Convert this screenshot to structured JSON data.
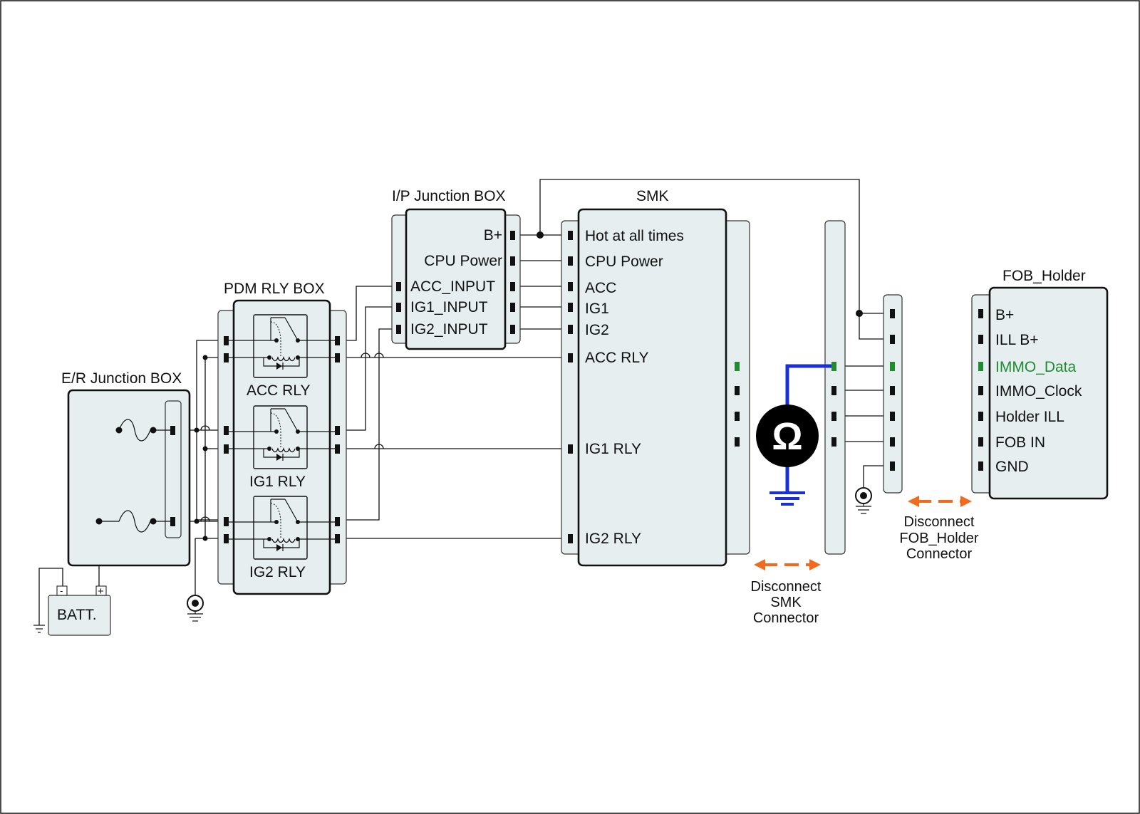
{
  "colors": {
    "box_fill": "#e6eef0",
    "line": "#111111",
    "highlight_green": "#1f8c2e",
    "meter_wire_blue": "#1a2fd6",
    "arrow_orange": "#f26b1d"
  },
  "er_junction_box": {
    "title": "E/R Junction BOX"
  },
  "battery": {
    "label": "BATT.",
    "neg": "-",
    "pos": "+"
  },
  "pdm_rly_box": {
    "title": "PDM RLY BOX",
    "relays": [
      "ACC RLY",
      "IG1 RLY",
      "IG2 RLY"
    ]
  },
  "ip_junction_box": {
    "title": "I/P Junction BOX",
    "right_pins": [
      "B+",
      "CPU Power"
    ],
    "left_pins": [
      "ACC_INPUT",
      "IG1_INPUT",
      "IG2_INPUT"
    ]
  },
  "smk": {
    "title": "SMK",
    "pins": [
      "Hot at all times",
      "CPU Power",
      "ACC",
      "IG1",
      "IG2",
      "ACC RLY",
      "IG1 RLY",
      "IG2 RLY"
    ]
  },
  "fob_holder": {
    "title": "FOB_Holder",
    "pins": [
      "B+",
      "ILL B+",
      "IMMO_Data",
      "IMMO_Clock",
      "Holder ILL",
      "FOB IN",
      "GND"
    ]
  },
  "ohmmeter": {
    "symbol": "Ω",
    "icon": "ohmmeter-icon"
  },
  "notes": {
    "smk_disconnect": [
      "Disconnect",
      "SMK",
      "Connector"
    ],
    "fob_disconnect": [
      "Disconnect",
      "FOB_Holder",
      "Connector"
    ]
  }
}
